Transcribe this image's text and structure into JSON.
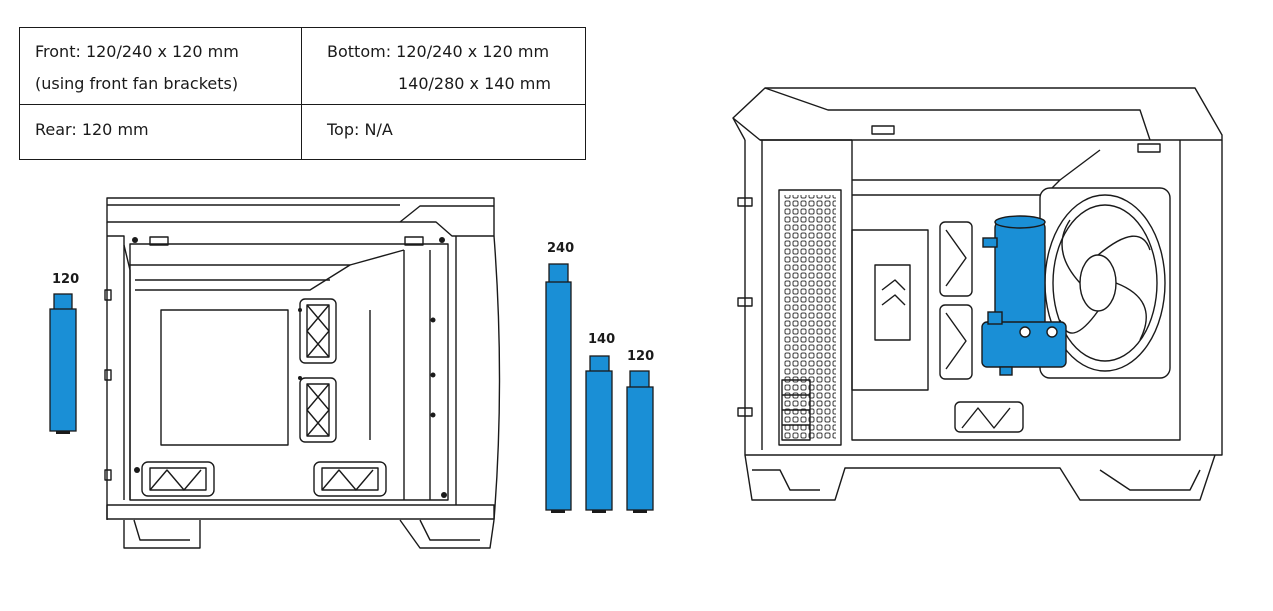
{
  "table": {
    "front_line1": "Front:  120/240 x 120 mm",
    "front_line2": "(using front fan brackets)",
    "bottom_line1": "Bottom:  120/240 x 120 mm",
    "bottom_line2": "140/280 x 140 mm",
    "rear": "Rear:  120 mm",
    "top": "Top: N/A"
  },
  "radiator_labels": {
    "left": "120",
    "r240": "240",
    "r140": "140",
    "r120": "120"
  },
  "colors": {
    "radiator_blue": "#1a8fd6",
    "line": "#1a1a1a"
  }
}
